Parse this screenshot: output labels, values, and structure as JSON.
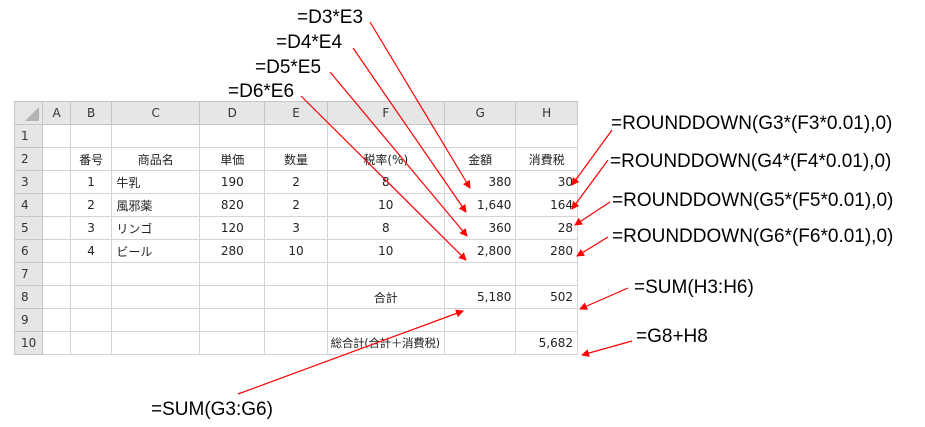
{
  "spreadsheet": {
    "columns": [
      "A",
      "B",
      "C",
      "D",
      "E",
      "F",
      "G",
      "H"
    ],
    "rows": [
      {
        "num": "1",
        "cells": [
          "",
          "",
          "",
          "",
          "",
          "",
          "",
          ""
        ]
      },
      {
        "num": "2",
        "cells": [
          "",
          "番号",
          "商品名",
          "単価",
          "数量",
          "税率(%)",
          "金額",
          "消費税"
        ]
      },
      {
        "num": "3",
        "cells": [
          "",
          "1",
          "牛乳",
          "190",
          "2",
          "8",
          "380",
          "30"
        ]
      },
      {
        "num": "4",
        "cells": [
          "",
          "2",
          "風邪薬",
          "820",
          "2",
          "10",
          "1,640",
          "164"
        ]
      },
      {
        "num": "5",
        "cells": [
          "",
          "3",
          "リンゴ",
          "120",
          "3",
          "8",
          "360",
          "28"
        ]
      },
      {
        "num": "6",
        "cells": [
          "",
          "4",
          "ビール",
          "280",
          "10",
          "10",
          "2,800",
          "280"
        ]
      },
      {
        "num": "7",
        "cells": [
          "",
          "",
          "",
          "",
          "",
          "",
          "",
          ""
        ]
      },
      {
        "num": "8",
        "cells": [
          "",
          "",
          "",
          "",
          "",
          "合計",
          "5,180",
          "502"
        ]
      },
      {
        "num": "9",
        "cells": [
          "",
          "",
          "",
          "",
          "",
          "",
          "",
          ""
        ]
      },
      {
        "num": "10",
        "cells": [
          "",
          "",
          "",
          "",
          "",
          "総合計(合計＋消費税)",
          "",
          "5,682"
        ]
      }
    ]
  },
  "annotations": {
    "g3": "=D3*E3",
    "g4": "=D4*E4",
    "g5": "=D5*E5",
    "g6": "=D6*E6",
    "h3": "=ROUNDDOWN(G3*(F3*0.01),0)",
    "h4": "=ROUNDDOWN(G4*(F4*0.01),0)",
    "h5": "=ROUNDDOWN(G5*(F5*0.01),0)",
    "h6": "=ROUNDDOWN(G6*(F6*0.01),0)",
    "h8": "=SUM(H3:H6)",
    "h10": "=G8+H8",
    "g8": "=SUM(G3:G6)"
  },
  "colors": {
    "arrow": "#ff0000",
    "header_bg": "#e6e6e6",
    "gridline": "#d4d4d4"
  }
}
